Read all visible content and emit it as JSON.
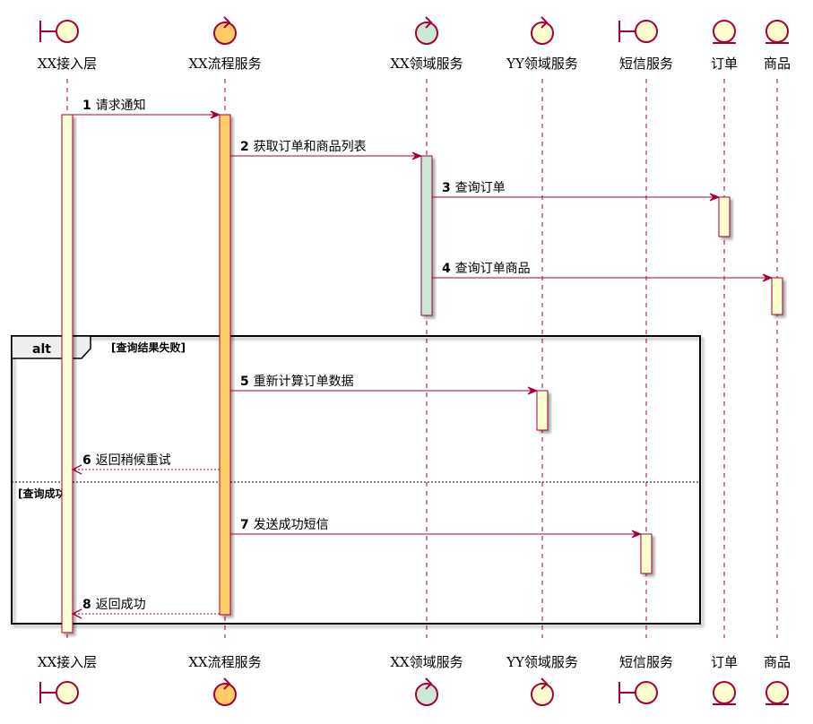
{
  "participants": [
    {
      "name": "XX接入层",
      "shape": "boundary-icon",
      "fill": "#FEFECE"
    },
    {
      "name": "XX流程服务",
      "shape": "control-icon",
      "fill": "#FFCC66"
    },
    {
      "name": "XX领域服务",
      "shape": "control-icon",
      "fill": "#C9E9D6"
    },
    {
      "name": "YY领域服务",
      "shape": "control-icon",
      "fill": "#FEFECE"
    },
    {
      "name": "短信服务",
      "shape": "boundary-icon",
      "fill": "#FEFECE"
    },
    {
      "name": "订单",
      "shape": "entity-icon",
      "fill": "#FEFECE"
    },
    {
      "name": "商品",
      "shape": "entity-icon",
      "fill": "#FEFECE"
    }
  ],
  "messages": [
    {
      "num": "1",
      "text": "请求通知",
      "from": 0,
      "to": 1,
      "style": "solid"
    },
    {
      "num": "2",
      "text": "获取订单和商品列表",
      "from": 1,
      "to": 2,
      "style": "solid"
    },
    {
      "num": "3",
      "text": "查询订单",
      "from": 2,
      "to": 5,
      "style": "solid"
    },
    {
      "num": "4",
      "text": "查询订单商品",
      "from": 2,
      "to": 6,
      "style": "solid"
    },
    {
      "num": "5",
      "text": "重新计算订单数据",
      "from": 1,
      "to": 3,
      "style": "solid"
    },
    {
      "num": "6",
      "text": "返回稍候重试",
      "from": 1,
      "to": 0,
      "style": "dotted"
    },
    {
      "num": "7",
      "text": "发送成功短信",
      "from": 1,
      "to": 4,
      "style": "solid"
    },
    {
      "num": "8",
      "text": "返回成功",
      "from": 1,
      "to": 0,
      "style": "dotted"
    }
  ],
  "fragment": {
    "operator": "alt",
    "guards": [
      "[查询结果失败]",
      "[查询成功]"
    ]
  },
  "colors": {
    "arrow": "#A80036",
    "lifeline": "#A80036",
    "participant_stroke": "#A80036",
    "default_fill": "#FEFECE"
  }
}
